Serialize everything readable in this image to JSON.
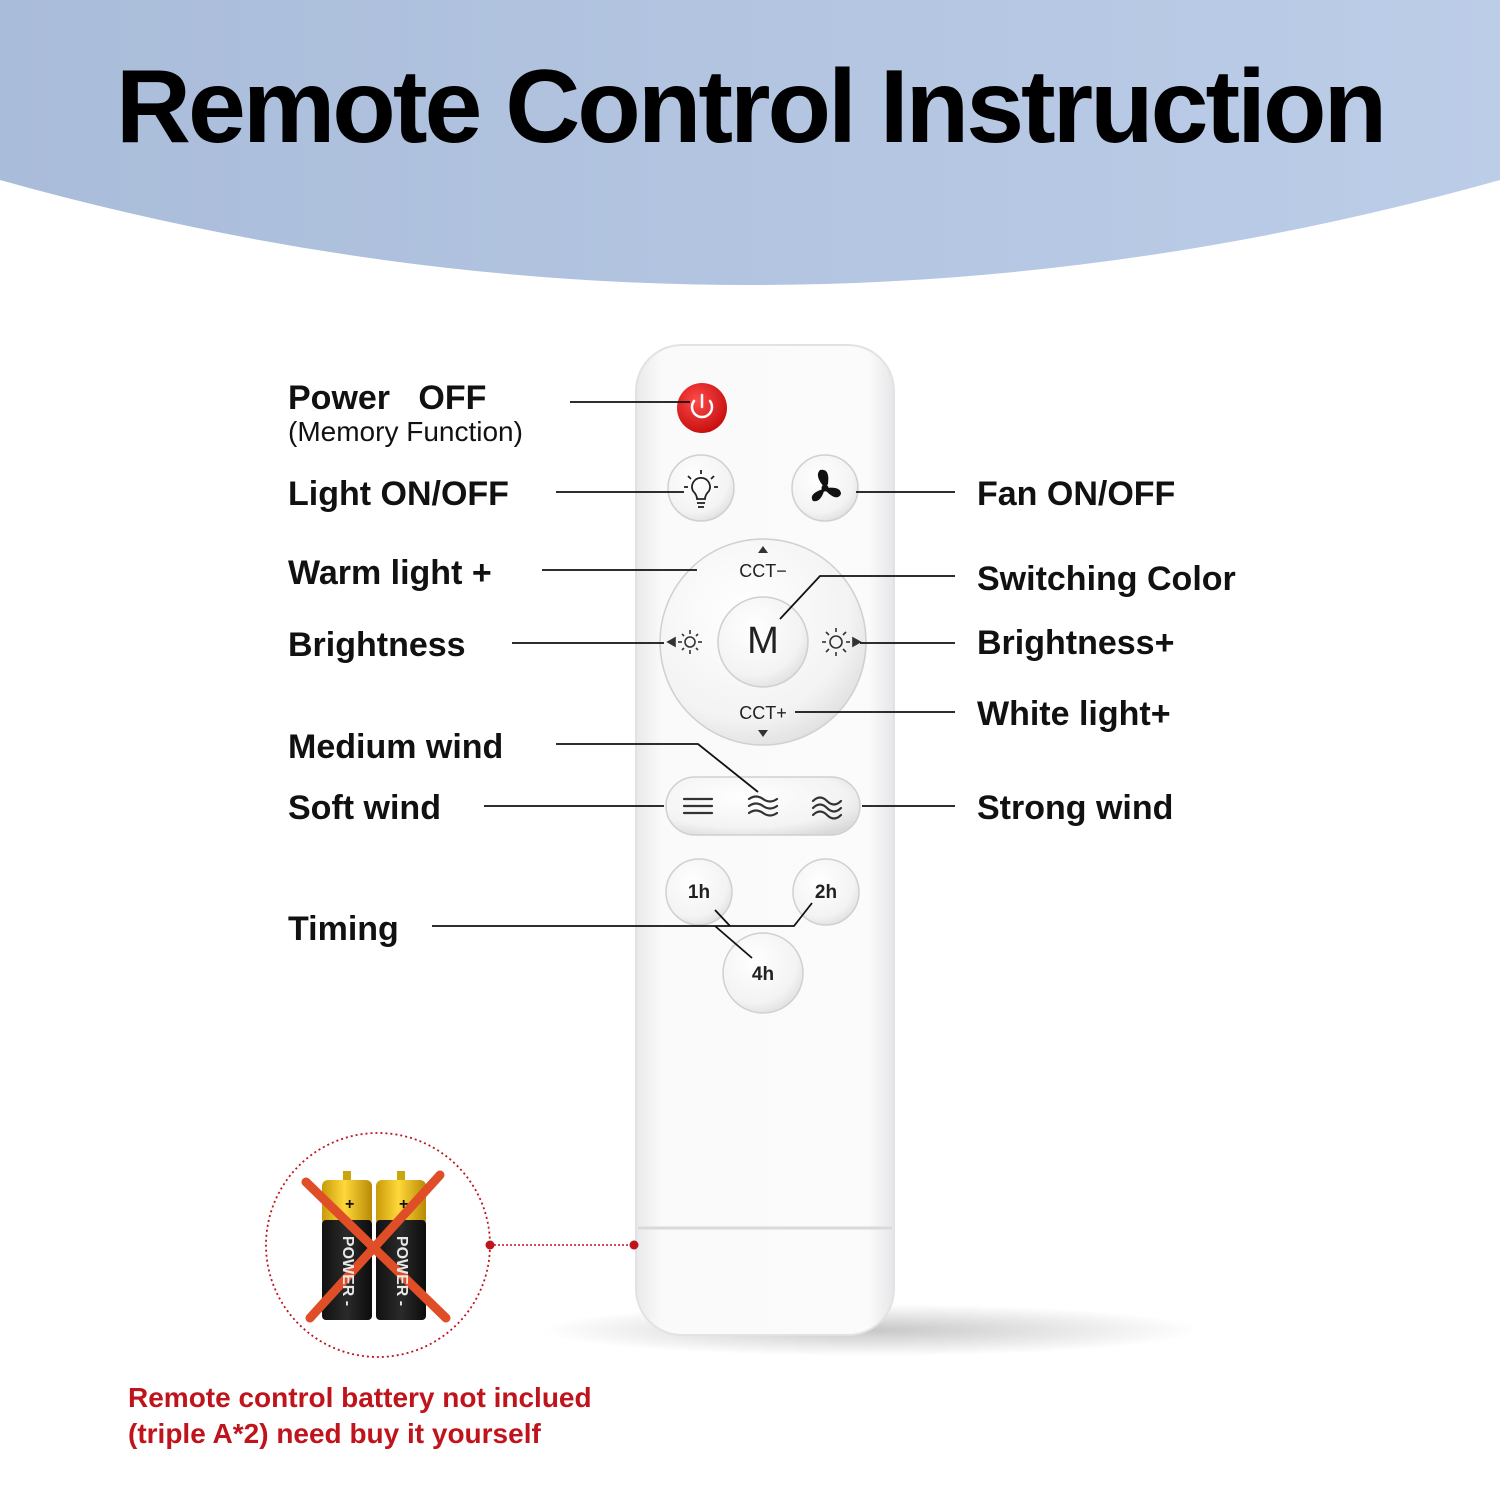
{
  "title": "Remote Control Instruction",
  "labels": {
    "power": "Power   OFF",
    "power_sub": "(Memory Function)",
    "light": "Light ON/OFF",
    "fan": "Fan ON/OFF",
    "warm": "Warm light +",
    "switching": "Switching Color",
    "brightness_minus": "Brightness",
    "brightness_plus": "Brightness+",
    "white": "White light+",
    "medium": "Medium wind",
    "soft": "Soft wind",
    "strong": "Strong wind",
    "timing": "Timing"
  },
  "remote": {
    "cct_minus": "CCT−",
    "cct_plus": "CCT+",
    "mode": "M",
    "t1": "1h",
    "t2": "2h",
    "t4": "4h"
  },
  "battery": {
    "brand": "POWER -",
    "note_line1": "Remote control battery not inclued",
    "note_line2": "(triple A*2) need buy it yourself"
  },
  "colors": {
    "header_bg": "#b2c6e2",
    "power_red": "#e01616",
    "note_red": "#c0141c"
  }
}
